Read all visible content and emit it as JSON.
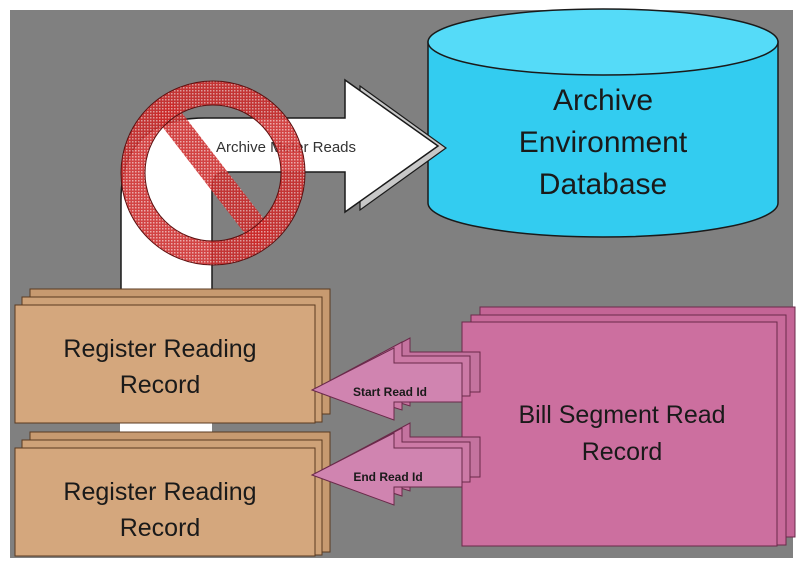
{
  "database": {
    "line1": "Archive",
    "line2": "Environment",
    "line3": "Database",
    "fill": "#33ccf0"
  },
  "arrow_label": "Archive Meter Reads",
  "register_record_top": {
    "line1": "Register Reading",
    "line2": "Record"
  },
  "register_record_bottom": {
    "line1": "Register Reading",
    "line2": "Record"
  },
  "bill_segment": {
    "line1": "Bill Segment Read",
    "line2": "Record",
    "fill": "#cc6f9f"
  },
  "start_read_label": "Start Read Id",
  "end_read_label": "End Read Id",
  "prohibited_icon": "no-entry-icon",
  "colors": {
    "background": "#808080",
    "register_fill": "#d4a77d",
    "arrow_pink": "#d084b0",
    "prohibited_red": "#cc2a2a"
  }
}
